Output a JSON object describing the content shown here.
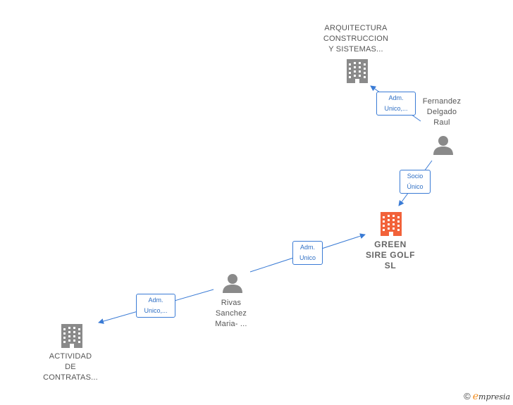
{
  "colors": {
    "edge": "#3a7bd5",
    "company": "#8a8a8a",
    "focus_company": "#f2623a",
    "person": "#8a8a8a",
    "brand_accent": "#f28c1b"
  },
  "nodes": {
    "arquitectura": {
      "lines": [
        "ARQUITECTURA",
        "CONSTRUCCION",
        "Y SISTEMAS..."
      ],
      "icon": "building-icon"
    },
    "fernandez": {
      "lines": [
        "Fernandez",
        "Delgado",
        "Raul"
      ],
      "icon": "person-icon"
    },
    "green": {
      "lines": [
        "GREEN",
        "SIRE GOLF",
        "SL"
      ],
      "icon": "building-icon"
    },
    "rivas": {
      "lines": [
        "Rivas",
        "Sanchez",
        "Maria- ..."
      ],
      "icon": "person-icon"
    },
    "actividad": {
      "lines": [
        "ACTIVIDAD",
        "DE",
        "CONTRATAS..."
      ],
      "icon": "building-icon"
    }
  },
  "edges": {
    "fernandez_arquitectura": {
      "lines": [
        "Adm.",
        "Unico,..."
      ]
    },
    "fernandez_green": {
      "lines": [
        "Socio",
        "Único"
      ]
    },
    "rivas_green": {
      "lines": [
        "Adm.",
        "Unico"
      ]
    },
    "rivas_actividad": {
      "lines": [
        "Adm.",
        "Unico,..."
      ]
    }
  },
  "brand": {
    "copyright": "©",
    "first": "e",
    "rest": "mpresia"
  }
}
